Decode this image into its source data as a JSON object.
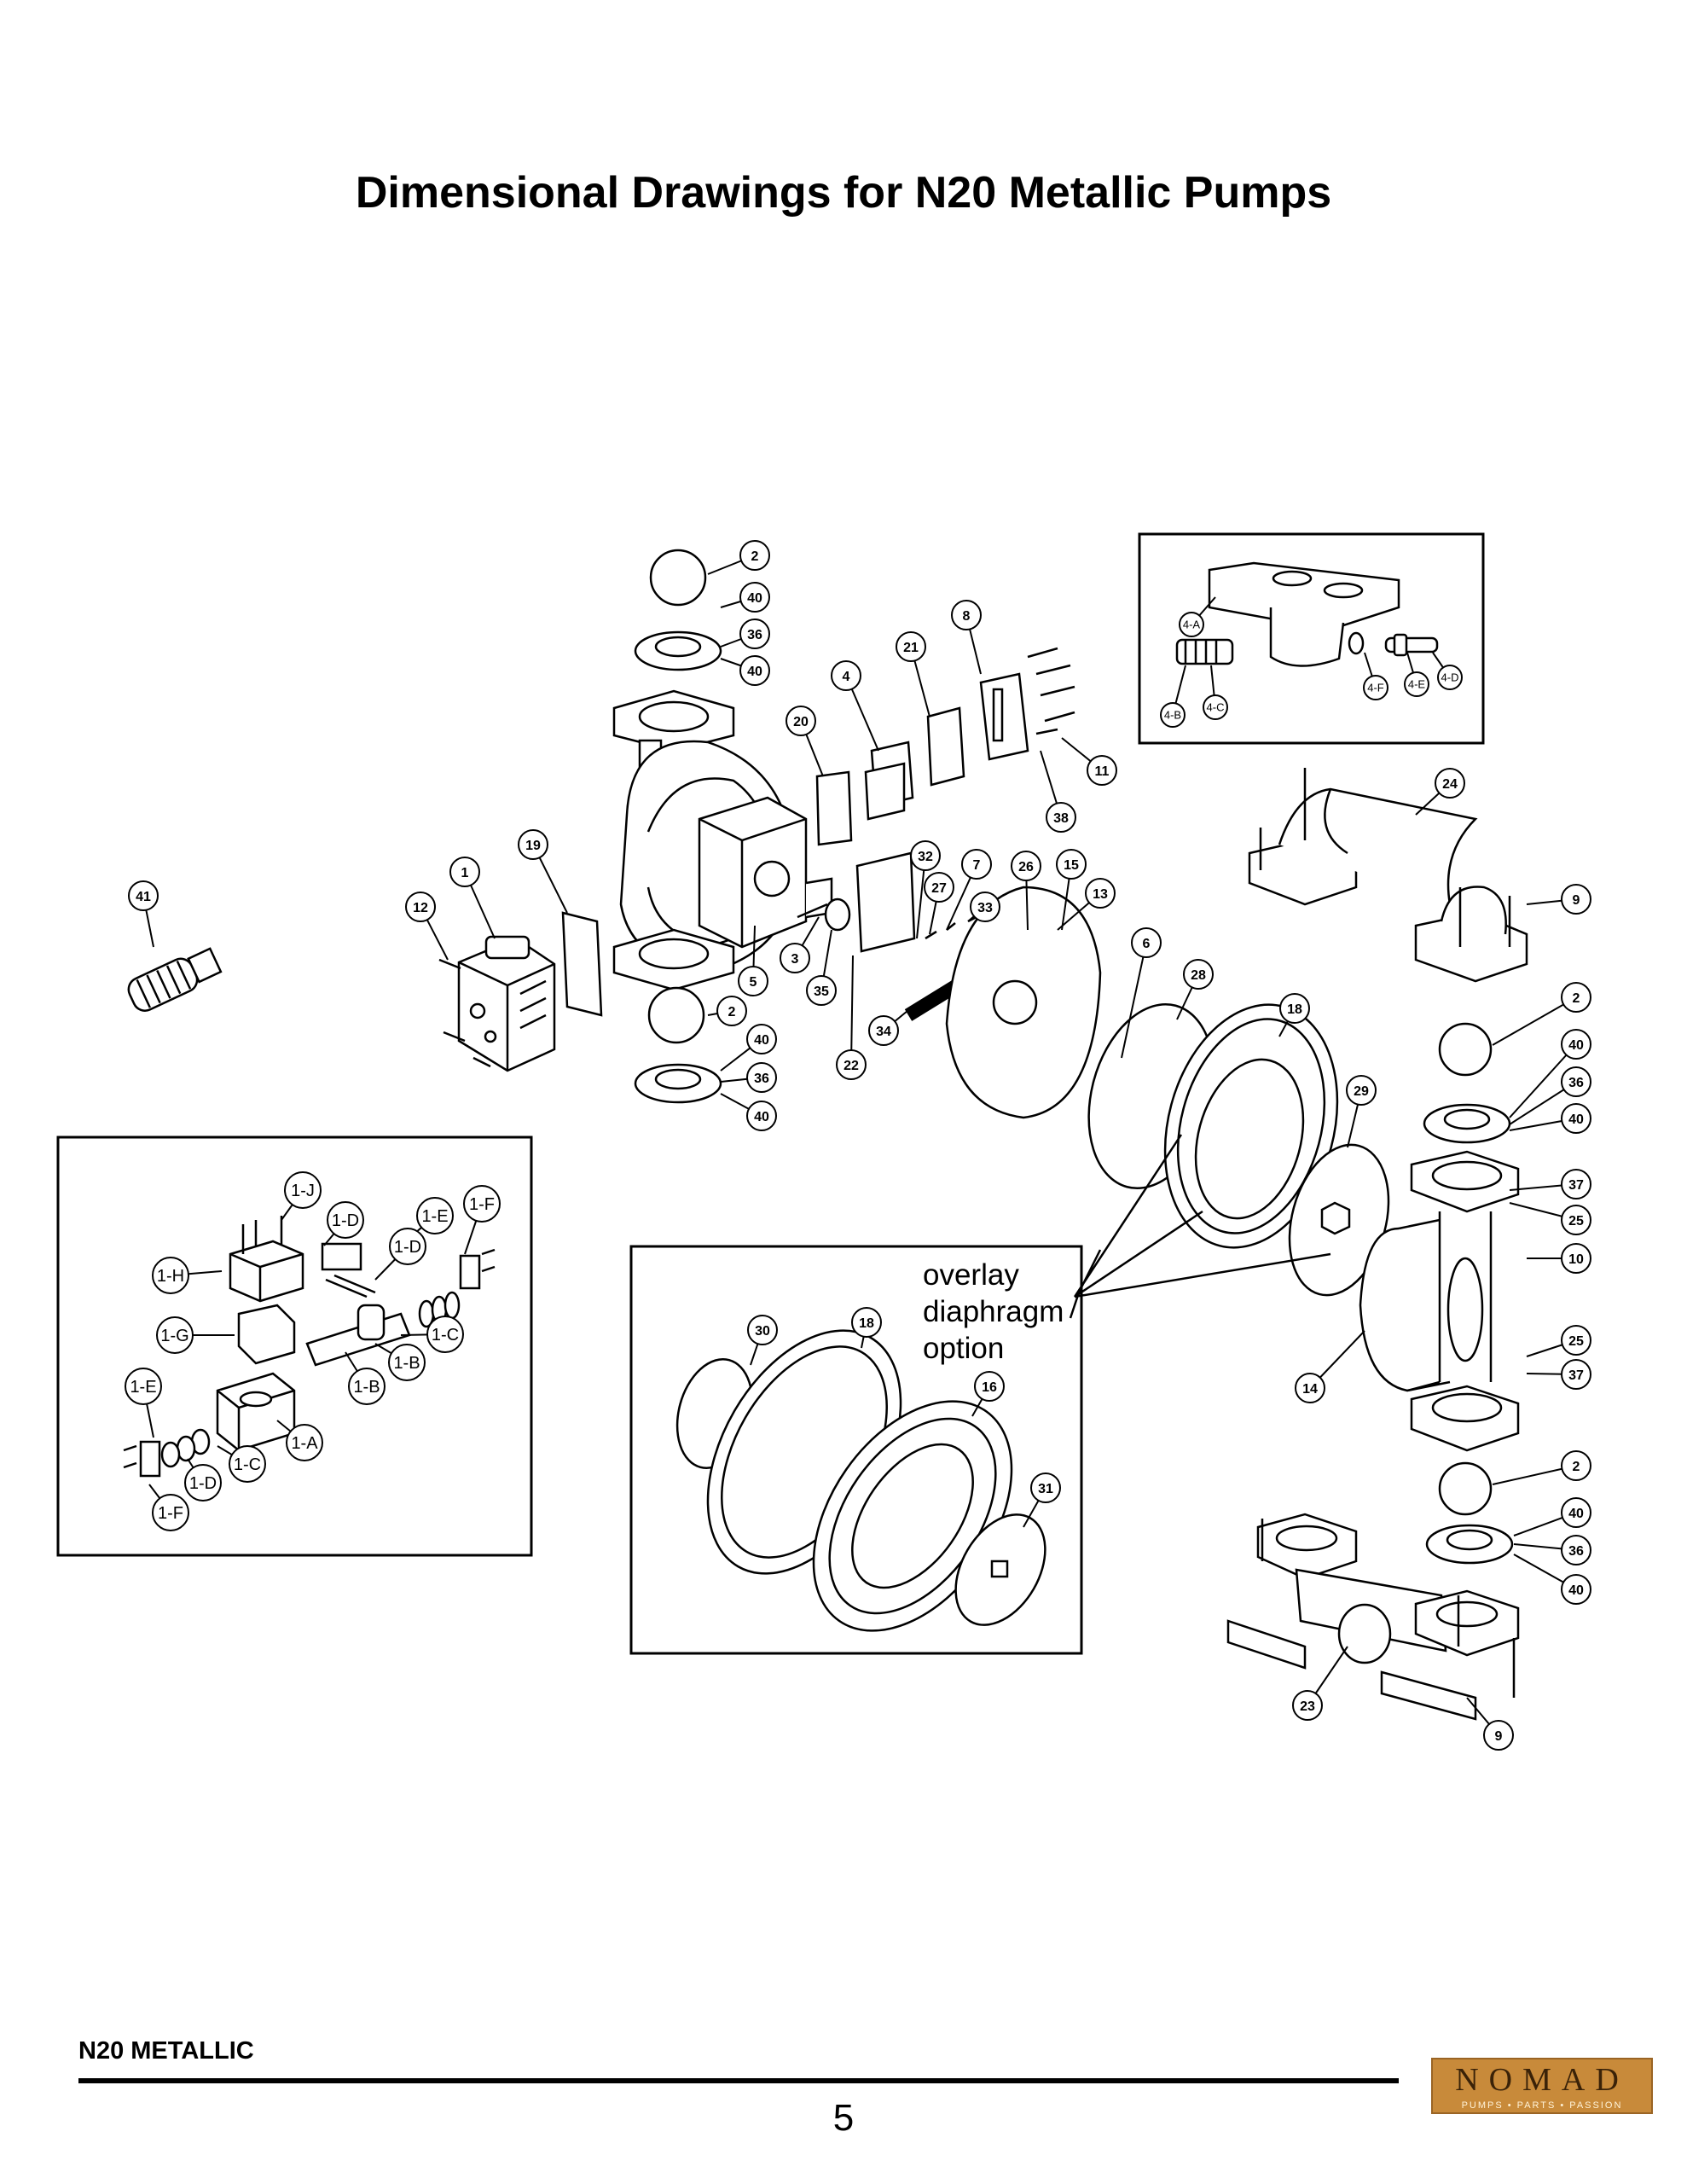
{
  "page": {
    "title": "Dimensional Drawings for N20 Metallic Pumps",
    "footer_model": "N20 METALLIC",
    "page_number": "5"
  },
  "logo": {
    "text": "NOMAD",
    "tagline": "PUMPS • PARTS • PASSION",
    "color": "#c88a3a"
  },
  "drawing": {
    "overlay_note": [
      "overlay",
      "diaphragm",
      "option"
    ],
    "part_callouts": [
      "2",
      "40",
      "36",
      "40",
      "8",
      "21",
      "4",
      "20",
      "11",
      "38",
      "24",
      "9",
      "19",
      "1",
      "12",
      "41",
      "32",
      "7",
      "26",
      "15",
      "13",
      "27",
      "33",
      "6",
      "28",
      "18",
      "3",
      "35",
      "5",
      "2",
      "40",
      "36",
      "40",
      "34",
      "22",
      "2",
      "40",
      "36",
      "40",
      "29",
      "37",
      "25",
      "10",
      "25",
      "37",
      "14",
      "2",
      "40",
      "36",
      "40",
      "23",
      "9",
      "30",
      "18",
      "16",
      "31"
    ],
    "air_valve_inset_callouts": [
      "1-J",
      "1-D",
      "1-E",
      "1-F",
      "1-D",
      "1-H",
      "1-G",
      "1-C",
      "1-B",
      "1-B",
      "1-E",
      "1-A",
      "1-C",
      "1-D",
      "1-F"
    ],
    "pilot_valve_inset_callouts": [
      "4-A",
      "4-B",
      "4-C",
      "4-F",
      "4-E",
      "4-D"
    ]
  }
}
